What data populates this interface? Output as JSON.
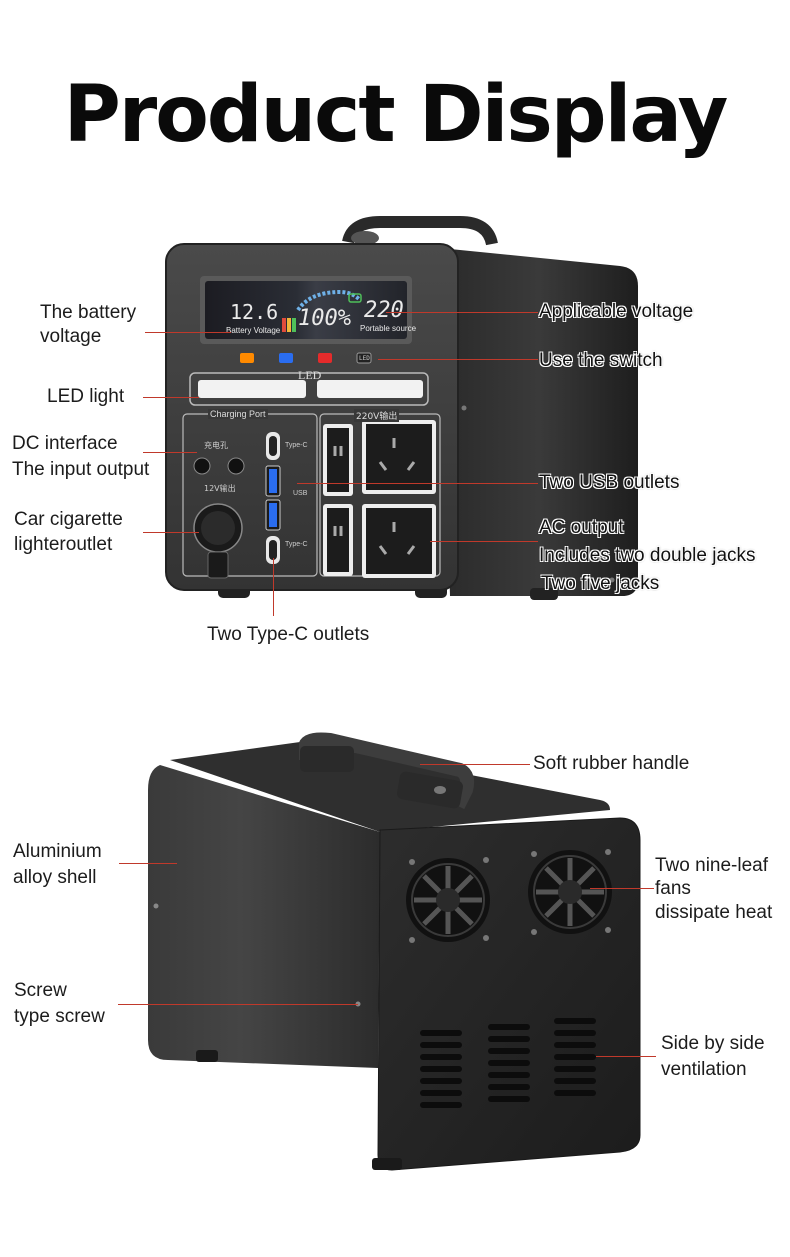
{
  "title": "Product Display",
  "front_labels": {
    "battery_voltage": [
      "The battery",
      "voltage"
    ],
    "led_light": "LED light",
    "dc_interface": [
      "DC interface",
      "The input output"
    ],
    "car_cigarette": [
      "Car cigarette",
      "lighteroutlet"
    ],
    "applicable_voltage": "Applicable voltage",
    "use_switch": "Use the switch",
    "two_usb": "Two USB outlets",
    "ac_output": [
      "AC output",
      "Includes two double jacks",
      "Two five jacks"
    ],
    "two_typec": "Two Type-C outlets"
  },
  "device_panel": {
    "lcd_battery": "12.6",
    "lcd_battery_caption": "Battery Voltage",
    "lcd_percent": "100%",
    "lcd_voltage": "220",
    "lcd_voltage_caption": "Portable source",
    "led_caption": "LED",
    "charging_port": "Charging Port",
    "ac_caption": "220V输出",
    "dc_caption": "充电孔",
    "car_caption": "12V输出",
    "typec_top": "Type-C",
    "typec_bottom": "Type-C",
    "usb": "USB",
    "led_button": "LED"
  },
  "back_labels": {
    "handle": "Soft rubber handle",
    "shell": [
      "Aluminium",
      "alloy shell"
    ],
    "fans": [
      "Two nine-leaf",
      "fans",
      "dissipate heat"
    ],
    "screw": [
      "Screw",
      "type screw"
    ],
    "ventilation": [
      "Side by side",
      "ventilation"
    ]
  },
  "colors": {
    "leader_line": "#c0392b",
    "body_dark": "#2b2b2b",
    "panel": "#3a3a3a"
  }
}
